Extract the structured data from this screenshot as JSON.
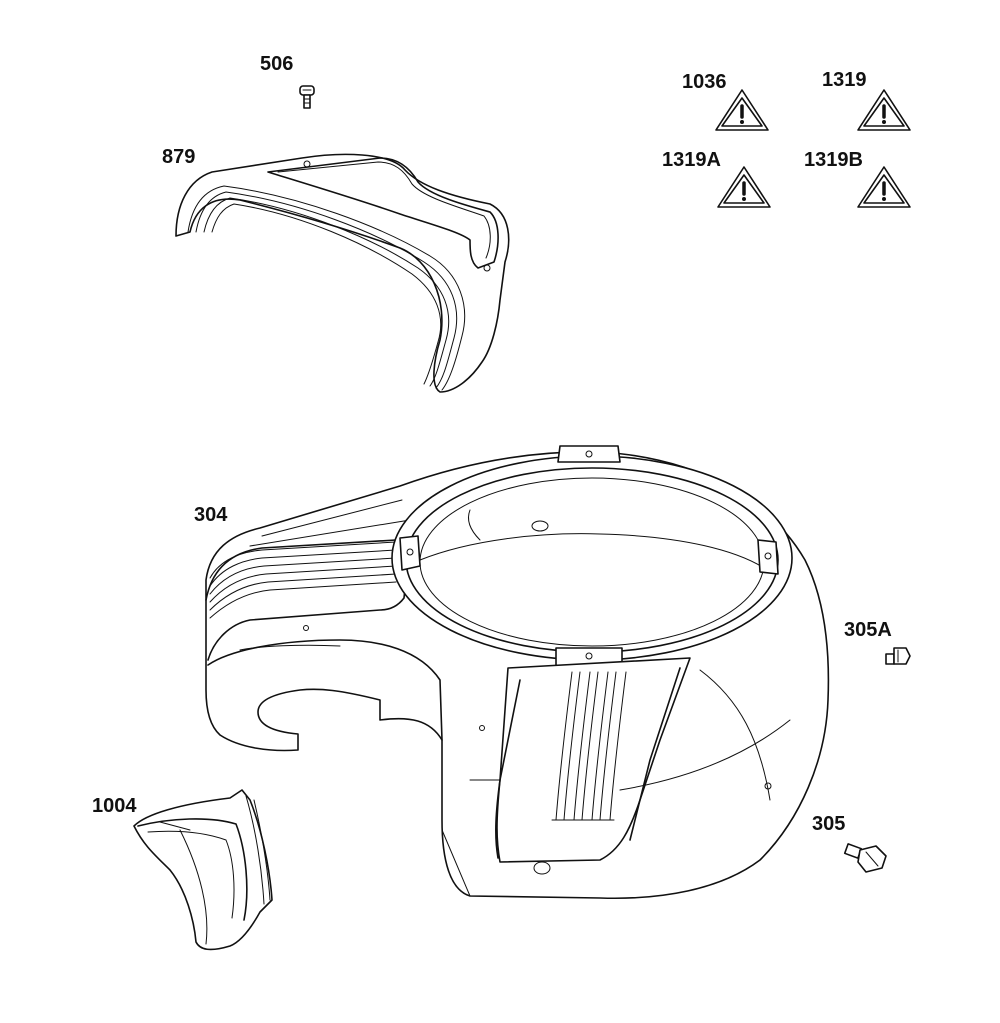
{
  "parts": [
    {
      "id": "506",
      "label": "506",
      "icon": "screw-icon"
    },
    {
      "id": "879",
      "label": "879",
      "icon": "finger-guard-icon"
    },
    {
      "id": "1036",
      "label": "1036",
      "icon": "warning-triangle-icon"
    },
    {
      "id": "1319",
      "label": "1319",
      "icon": "warning-triangle-icon"
    },
    {
      "id": "1319A",
      "label": "1319A",
      "icon": "warning-triangle-icon"
    },
    {
      "id": "1319B",
      "label": "1319B",
      "icon": "warning-triangle-icon"
    },
    {
      "id": "304",
      "label": "304",
      "icon": "blower-housing-icon"
    },
    {
      "id": "305A",
      "label": "305A",
      "icon": "screw-icon"
    },
    {
      "id": "1004",
      "label": "1004",
      "icon": "air-guide-icon"
    },
    {
      "id": "305",
      "label": "305",
      "icon": "bolt-icon"
    }
  ],
  "colors": {
    "line": "#111111",
    "background": "#ffffff"
  }
}
